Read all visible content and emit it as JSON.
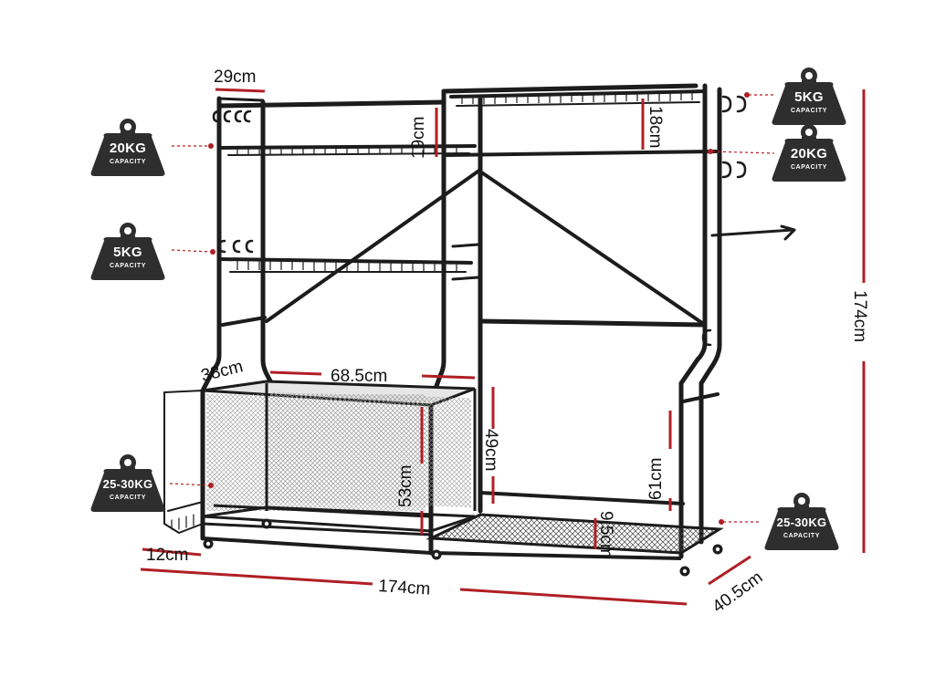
{
  "colors": {
    "accent": "#b01f25",
    "frame": "#1c1c1c",
    "badge": "#2e2e2e",
    "mesh": "#d2d2d2"
  },
  "dimensions": {
    "top_depth": "29cm",
    "left_shelf_gap": "19cm",
    "right_shelf_gap": "18cm",
    "height_total": "174cm",
    "basket_depth": "38cm",
    "basket_width": "68.5cm",
    "basket_height": "53cm",
    "basket_open_height": "49cm",
    "hanger_height": "61cm",
    "bottom_shelf_height": "9.5cm",
    "side_basket": "12cm",
    "width_total": "174cm",
    "depth_total": "40.5cm"
  },
  "weights": [
    {
      "value": "20KG",
      "caption": "CAPACITY",
      "icon": "weight-icon"
    },
    {
      "value": "5KG",
      "caption": "CAPACITY",
      "icon": "weight-icon"
    },
    {
      "value": "25-30KG",
      "caption": "CAPACITY",
      "icon": "weight-icon"
    },
    {
      "value": "5KG",
      "caption": "CAPACITY",
      "icon": "weight-icon"
    },
    {
      "value": "20KG",
      "caption": "CAPACITY",
      "icon": "weight-icon"
    },
    {
      "value": "25-30KG",
      "caption": "CAPACITY",
      "icon": "weight-icon"
    }
  ]
}
